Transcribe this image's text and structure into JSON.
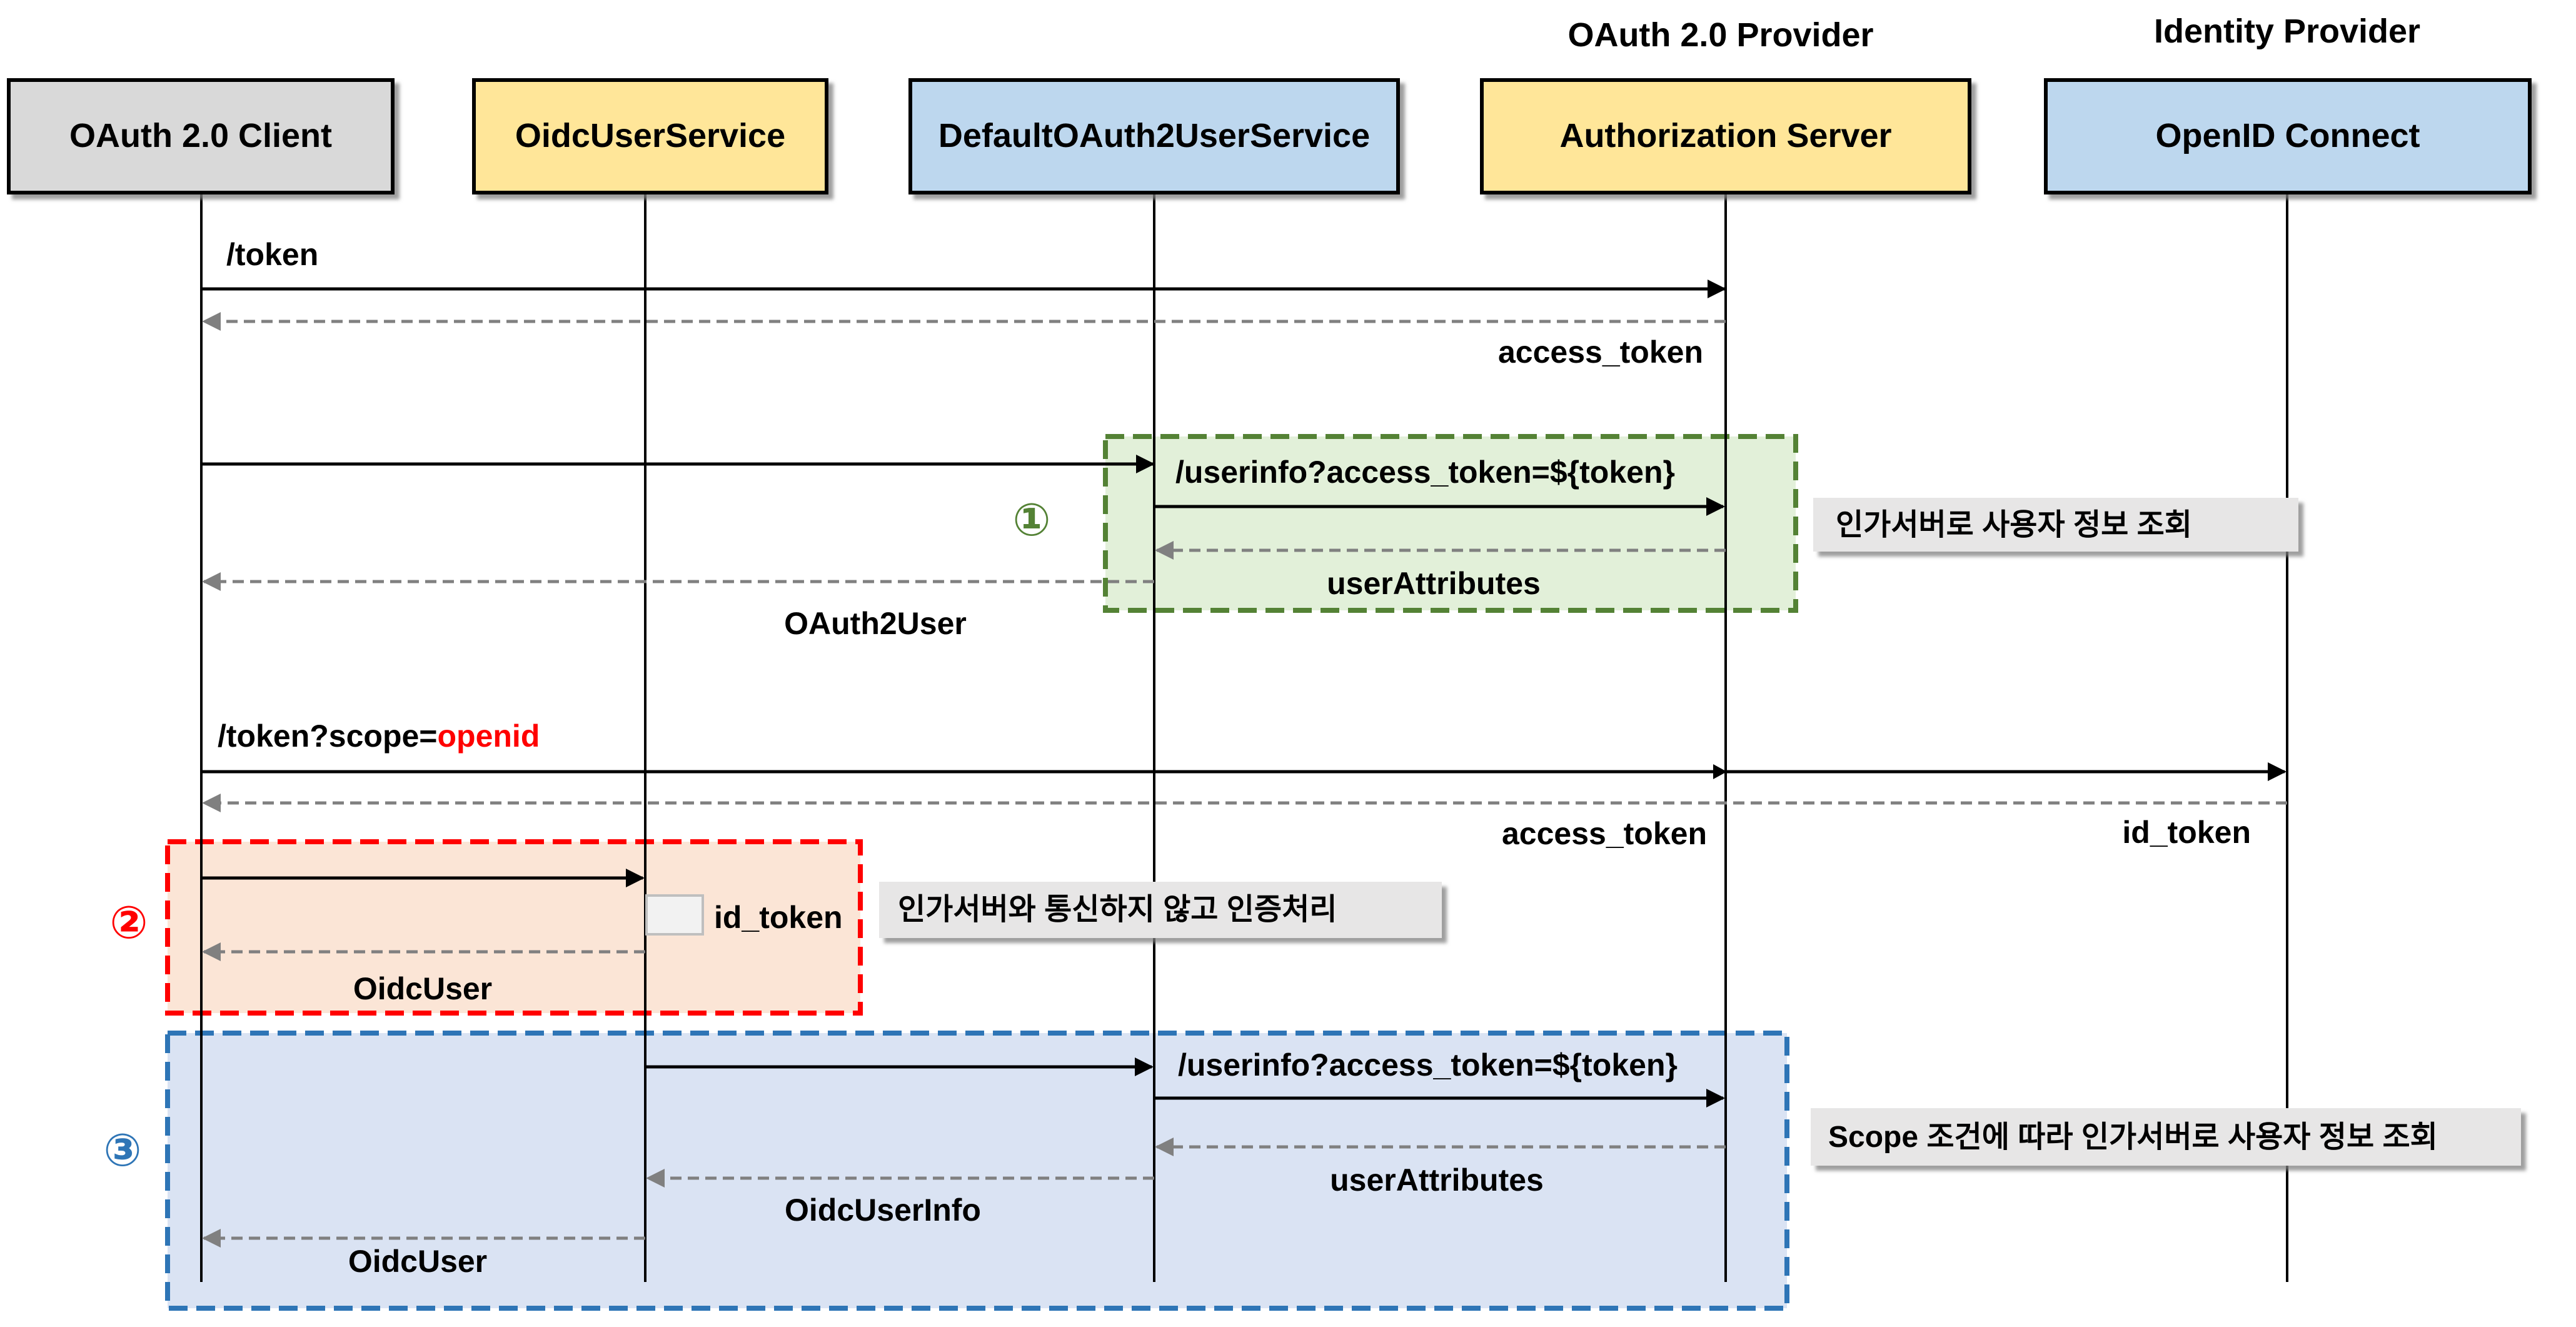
{
  "participants": [
    {
      "label": "OAuth 2.0 Client",
      "header": "",
      "fill": "#d9d9d9"
    },
    {
      "label": "OidcUserService",
      "header": "",
      "fill": "#ffe699"
    },
    {
      "label": "DefaultOAuth2UserService",
      "header": "",
      "fill": "#bdd7ee"
    },
    {
      "label": "Authorization Server",
      "header": "OAuth 2.0 Provider",
      "fill": "#ffe699"
    },
    {
      "label": "OpenID Connect",
      "header": "Identity Provider",
      "fill": "#bdd7ee"
    }
  ],
  "messages": [
    {
      "label": "/token"
    },
    {
      "label": "access_token"
    },
    {
      "label": "/userinfo?access_token=${token}"
    },
    {
      "label": "userAttributes"
    },
    {
      "label": "OAuth2User"
    },
    {
      "label": "/token?scope=",
      "highlight": "openid",
      "highlight_color": "#ff0000"
    },
    {
      "label": "access_token"
    },
    {
      "label": "id_token"
    },
    {
      "label": "id_token"
    },
    {
      "label": "OidcUser"
    },
    {
      "label": "/userinfo?access_token=${token}"
    },
    {
      "label": "userAttributes"
    },
    {
      "label": "OidcUserInfo"
    },
    {
      "label": "OidcUser"
    }
  ],
  "regions": [
    {
      "number": "①",
      "color": "#548235",
      "fill": "#e2f0d9",
      "note": "인가서버로 사용자 정보 조회"
    },
    {
      "number": "②",
      "color": "#ff0000",
      "fill": "#fbe5d6",
      "note": "인가서버와 통신하지 않고 인증처리"
    },
    {
      "number": "③",
      "color": "#2e75b6",
      "fill": "#dae3f3",
      "note": "Scope 조건에 따라 인가서버로 사용자 정보 조회"
    }
  ],
  "colors": {
    "solid_arrow": "#000000",
    "return_arrow": "#808080",
    "note_bg": "#e7e6e6"
  }
}
